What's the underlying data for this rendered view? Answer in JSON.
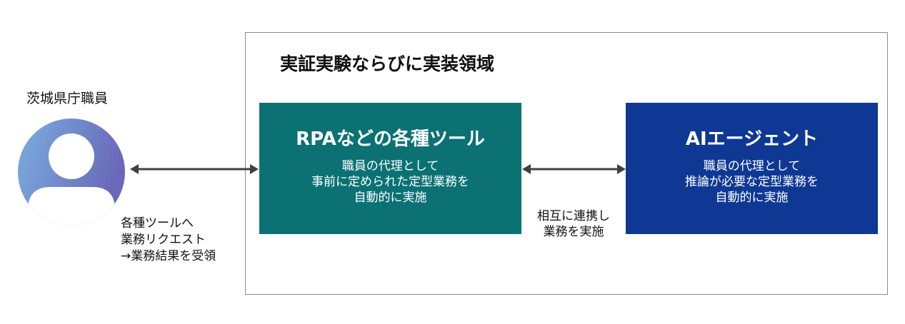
{
  "actor": {
    "label": "茨城県庁職員",
    "icon": "person-avatar-icon",
    "gradient": [
      "#7aaee0",
      "#6a68b8"
    ]
  },
  "region": {
    "title": "実証実験ならびに実装領域"
  },
  "rpa_box": {
    "title": "RPAなどの各種ツール",
    "desc": [
      "職員の代理として",
      "事前に定められた定型業務を",
      "自動的に実施"
    ],
    "color": "#0b7173"
  },
  "ai_box": {
    "title": "AIエージェント",
    "desc": [
      "職員の代理として",
      "推論が必要な定型業務を",
      "自動的に実施"
    ],
    "color": "#0f3894"
  },
  "request_note": {
    "lines": [
      "各種ツールへ",
      "業務リクエスト",
      "→業務結果を受領"
    ]
  },
  "collab_note": {
    "lines": [
      "相互に連携し",
      "業務を実施"
    ]
  },
  "arrow_color": "#404040"
}
